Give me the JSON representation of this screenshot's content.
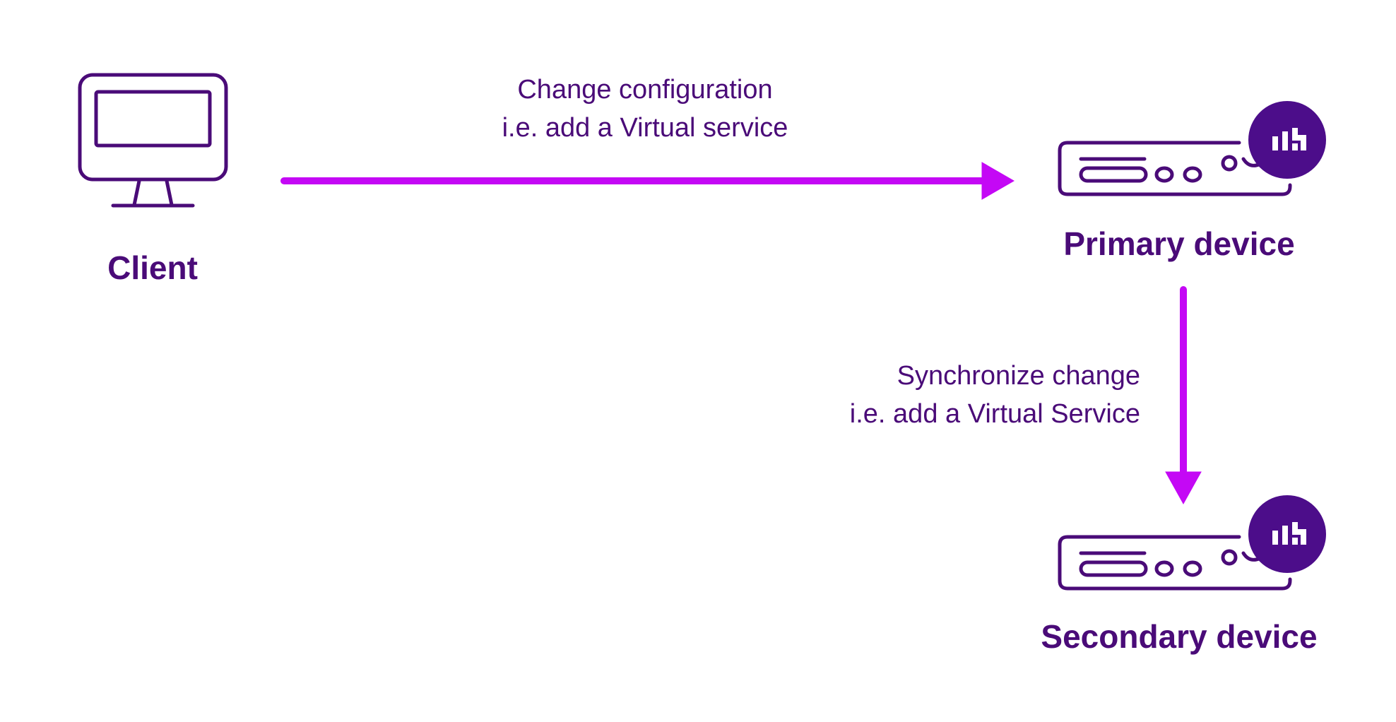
{
  "colors": {
    "ink": "#4a0b78",
    "accent": "#c408f5",
    "badge": "#4c0d8a",
    "badge_glyph": "#ffffff"
  },
  "nodes": {
    "client": {
      "label": "Client",
      "icon": "monitor-icon"
    },
    "primary": {
      "label": "Primary device",
      "icon": "server-appliance-icon",
      "badge": "brand-logo-badge"
    },
    "secondary": {
      "label": "Secondary device",
      "icon": "server-appliance-icon",
      "badge": "brand-logo-badge"
    }
  },
  "edges": {
    "client_to_primary": {
      "line1": "Change configuration",
      "line2": "i.e. add a Virtual service"
    },
    "primary_to_secondary": {
      "line1": "Synchronize change",
      "line2": "i.e. add a Virtual Service"
    }
  }
}
